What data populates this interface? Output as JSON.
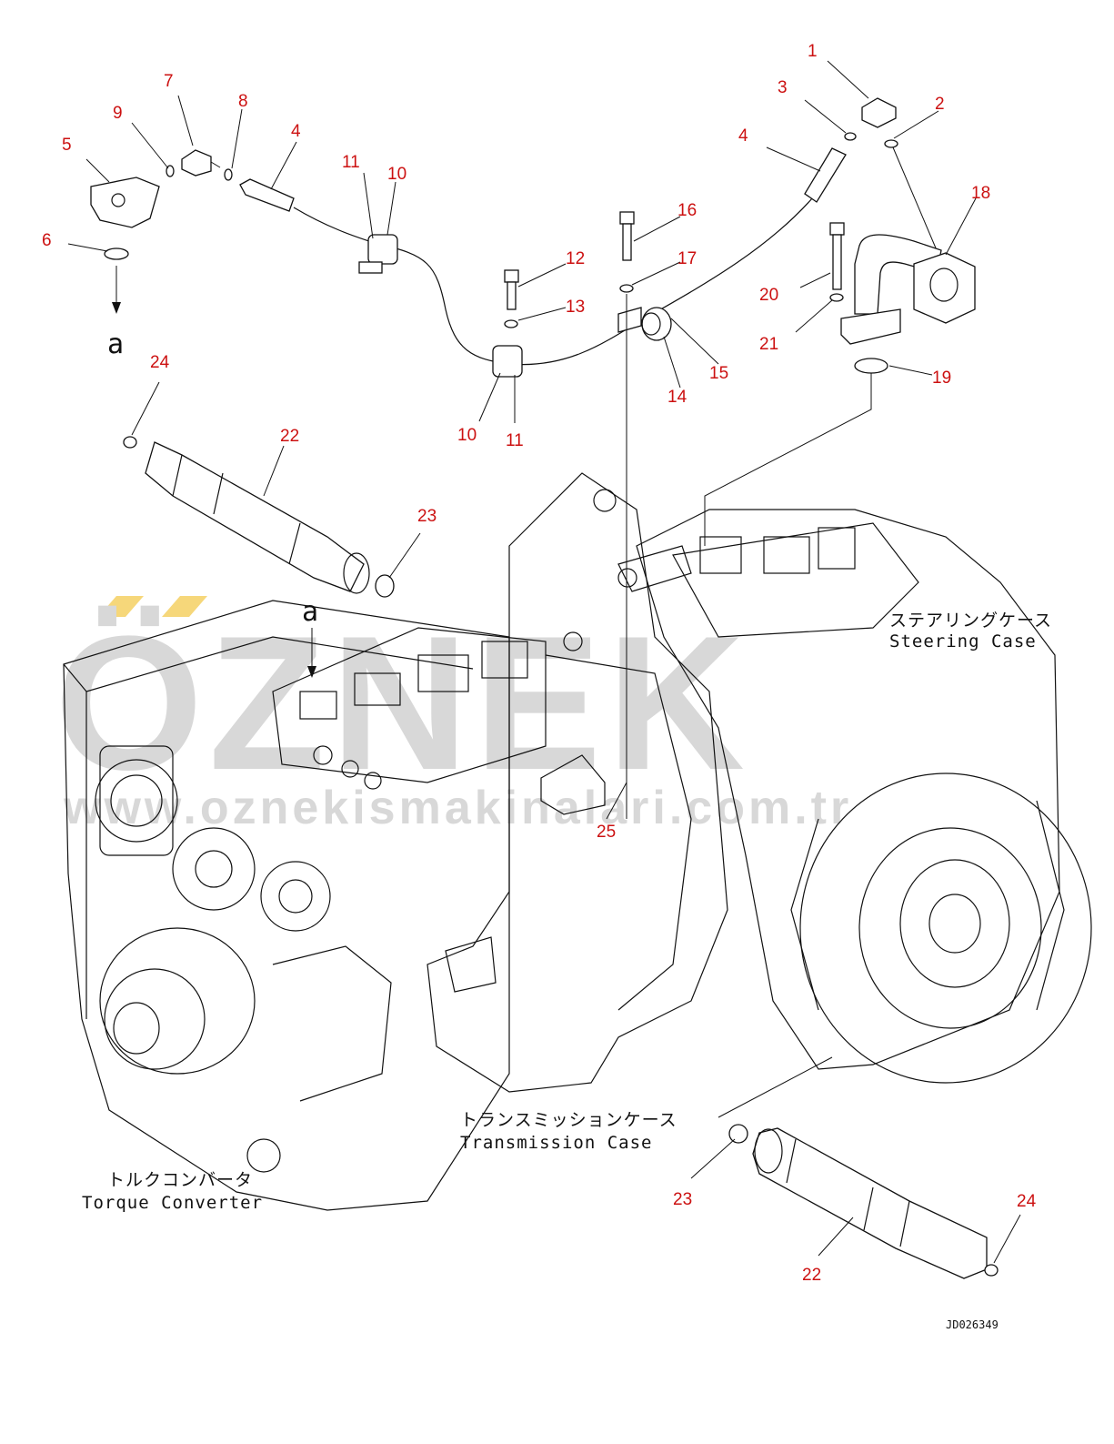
{
  "watermark": {
    "logo_text": "ÖZNEK",
    "url_text": "www.oznekismakinalari.com.tr",
    "accent_color": "#f6d77a",
    "gray_color": "#d8d8d8"
  },
  "view_marker": {
    "letter": "a"
  },
  "callout_color": "#cc1111",
  "callouts": [
    {
      "id": "c1",
      "text": "1"
    },
    {
      "id": "c2",
      "text": "2"
    },
    {
      "id": "c3",
      "text": "3"
    },
    {
      "id": "c4a",
      "text": "4"
    },
    {
      "id": "c4b",
      "text": "4"
    },
    {
      "id": "c5",
      "text": "5"
    },
    {
      "id": "c6",
      "text": "6"
    },
    {
      "id": "c7",
      "text": "7"
    },
    {
      "id": "c8",
      "text": "8"
    },
    {
      "id": "c9",
      "text": "9"
    },
    {
      "id": "c10a",
      "text": "10"
    },
    {
      "id": "c10b",
      "text": "10"
    },
    {
      "id": "c11a",
      "text": "11"
    },
    {
      "id": "c11b",
      "text": "11"
    },
    {
      "id": "c12",
      "text": "12"
    },
    {
      "id": "c13",
      "text": "13"
    },
    {
      "id": "c14",
      "text": "14"
    },
    {
      "id": "c15",
      "text": "15"
    },
    {
      "id": "c16",
      "text": "16"
    },
    {
      "id": "c17",
      "text": "17"
    },
    {
      "id": "c18",
      "text": "18"
    },
    {
      "id": "c19",
      "text": "19"
    },
    {
      "id": "c20",
      "text": "20"
    },
    {
      "id": "c21",
      "text": "21"
    },
    {
      "id": "c22a",
      "text": "22"
    },
    {
      "id": "c22b",
      "text": "22"
    },
    {
      "id": "c23a",
      "text": "23"
    },
    {
      "id": "c23b",
      "text": "23"
    },
    {
      "id": "c24a",
      "text": "24"
    },
    {
      "id": "c24b",
      "text": "24"
    },
    {
      "id": "c25",
      "text": "25"
    }
  ],
  "labels": {
    "steering_jp": "ステアリングケース",
    "steering_en": "Steering Case",
    "transmission_jp": "トランスミッションケース",
    "transmission_en": "Transmission Case",
    "torque_jp": "トルクコンバータ",
    "torque_en": "Torque Converter"
  },
  "drawing_id": "JD026349"
}
